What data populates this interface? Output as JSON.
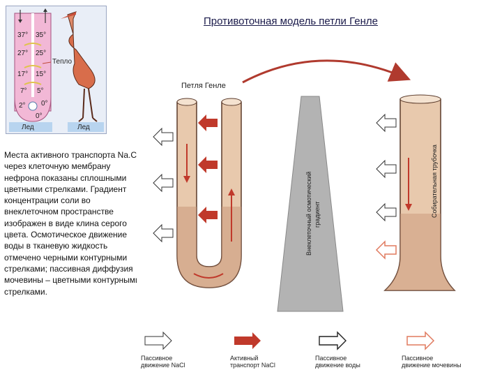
{
  "title": "Противоточная модель петли Генле",
  "inset": {
    "temps_left": [
      "37°",
      "27°",
      "17°",
      "7°",
      "2°"
    ],
    "temps_right": [
      "35°",
      "25°",
      "15°",
      "5°",
      "0°"
    ],
    "temp_bottom": "0°",
    "heat_label": "Тепло",
    "ice_left": "Лед",
    "ice_right": "Лед"
  },
  "caption": "Места активного транспорта Na.Cl через клеточную мембрану нефрона показаны сплошными цветными стрелками. Градиент концентрации соли во внеклеточном пространстве изображен в виде клина серого цвета. Осмотическое движение воды в тканевую жидкость отмечено черными контурными стрелками; пассивная диффузия мочевины – цветными контурными стрелками.",
  "diagram": {
    "loop_label": "Петля Генле",
    "gradient_label_1": "Внеклеточный осмотический",
    "gradient_label_2": "градиент",
    "duct_label": "Собирательная трубочка",
    "legend": [
      {
        "line1": "Пассивное",
        "line2": "движение NaCl",
        "style": "outline-white"
      },
      {
        "line1": "Активный",
        "line2": "транспорт NaCl",
        "style": "solid-red"
      },
      {
        "line1": "Пассивное",
        "line2": "движение воды",
        "style": "outline-white-dark"
      },
      {
        "line1": "Пассивное",
        "line2": "движение мочевины",
        "style": "outline-orange"
      }
    ]
  },
  "colors": {
    "tube_fill": "#e8c9ad",
    "tube_stroke": "#5a3a2a",
    "red_arrow": "#c0392b",
    "wedge": "#b3b3b3",
    "urea_arrow": "#e07a5f"
  }
}
